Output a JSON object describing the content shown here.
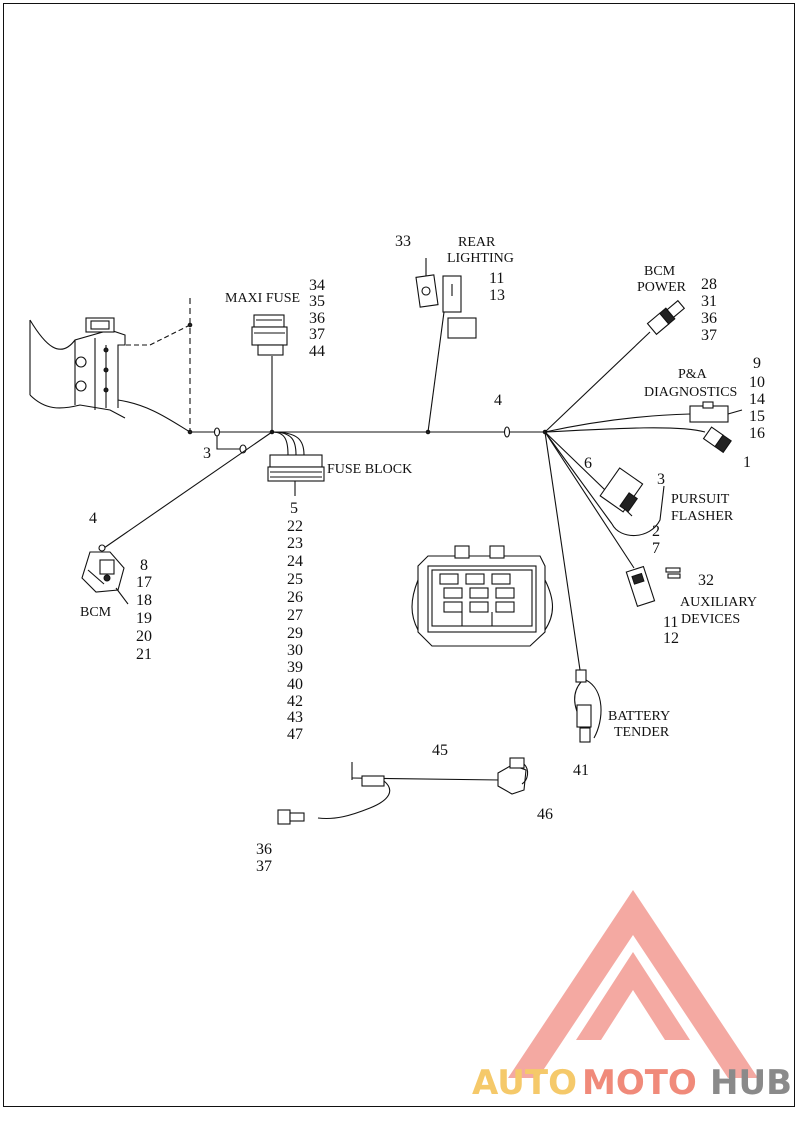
{
  "labels": {
    "maxi_fuse": "MAXI FUSE",
    "rear_lighting_1": "REAR",
    "rear_lighting_2": "LIGHTING",
    "bcm_power_1": "BCM",
    "bcm_power_2": "POWER",
    "pa_diag_1": "P&A",
    "pa_diag_2": "DIAGNOSTICS",
    "fuse_block": "FUSE BLOCK",
    "pursuit_1": "PURSUIT",
    "pursuit_2": "FLASHER",
    "bcm": "BCM",
    "aux_1": "AUXILIARY",
    "aux_2": "DEVICES",
    "battery_1": "BATTERY",
    "battery_2": "TENDER"
  },
  "callouts": {
    "maxi_fuse": [
      "34",
      "35",
      "36",
      "37",
      "44"
    ],
    "rear_lighting_left": "33",
    "rear_lighting_right": [
      "11",
      "13"
    ],
    "bcm_power": [
      "28",
      "31",
      "36",
      "37"
    ],
    "pa_diag": [
      "9",
      "10",
      "14",
      "15",
      "16"
    ],
    "pa_diag_plug": "1",
    "fuse_block": [
      "5",
      "22",
      "23",
      "24",
      "25",
      "26",
      "27",
      "29",
      "30",
      "39",
      "40",
      "42",
      "43",
      "47"
    ],
    "clip_3": "3",
    "clip_4_main": "4",
    "clip_4_bcm": "4",
    "bcm": [
      "8",
      "17",
      "18",
      "19",
      "20",
      "21"
    ],
    "pursuit_6": "6",
    "pursuit_3": "3",
    "pursuit_27": [
      "2",
      "7"
    ],
    "aux_32": "32",
    "aux": [
      "11",
      "12"
    ],
    "battery": "41",
    "harness_45": "45",
    "harness_46": "46",
    "harness_plug": [
      "36",
      "37"
    ]
  },
  "watermark": {
    "text_a": "AUTO",
    "text_b": "MOTO",
    "text_c": "HUB",
    "color_a": "#f5c96a",
    "color_b": "#f08a7a",
    "color_c": "#8a8a8a",
    "logo_color": "#f29a92"
  }
}
